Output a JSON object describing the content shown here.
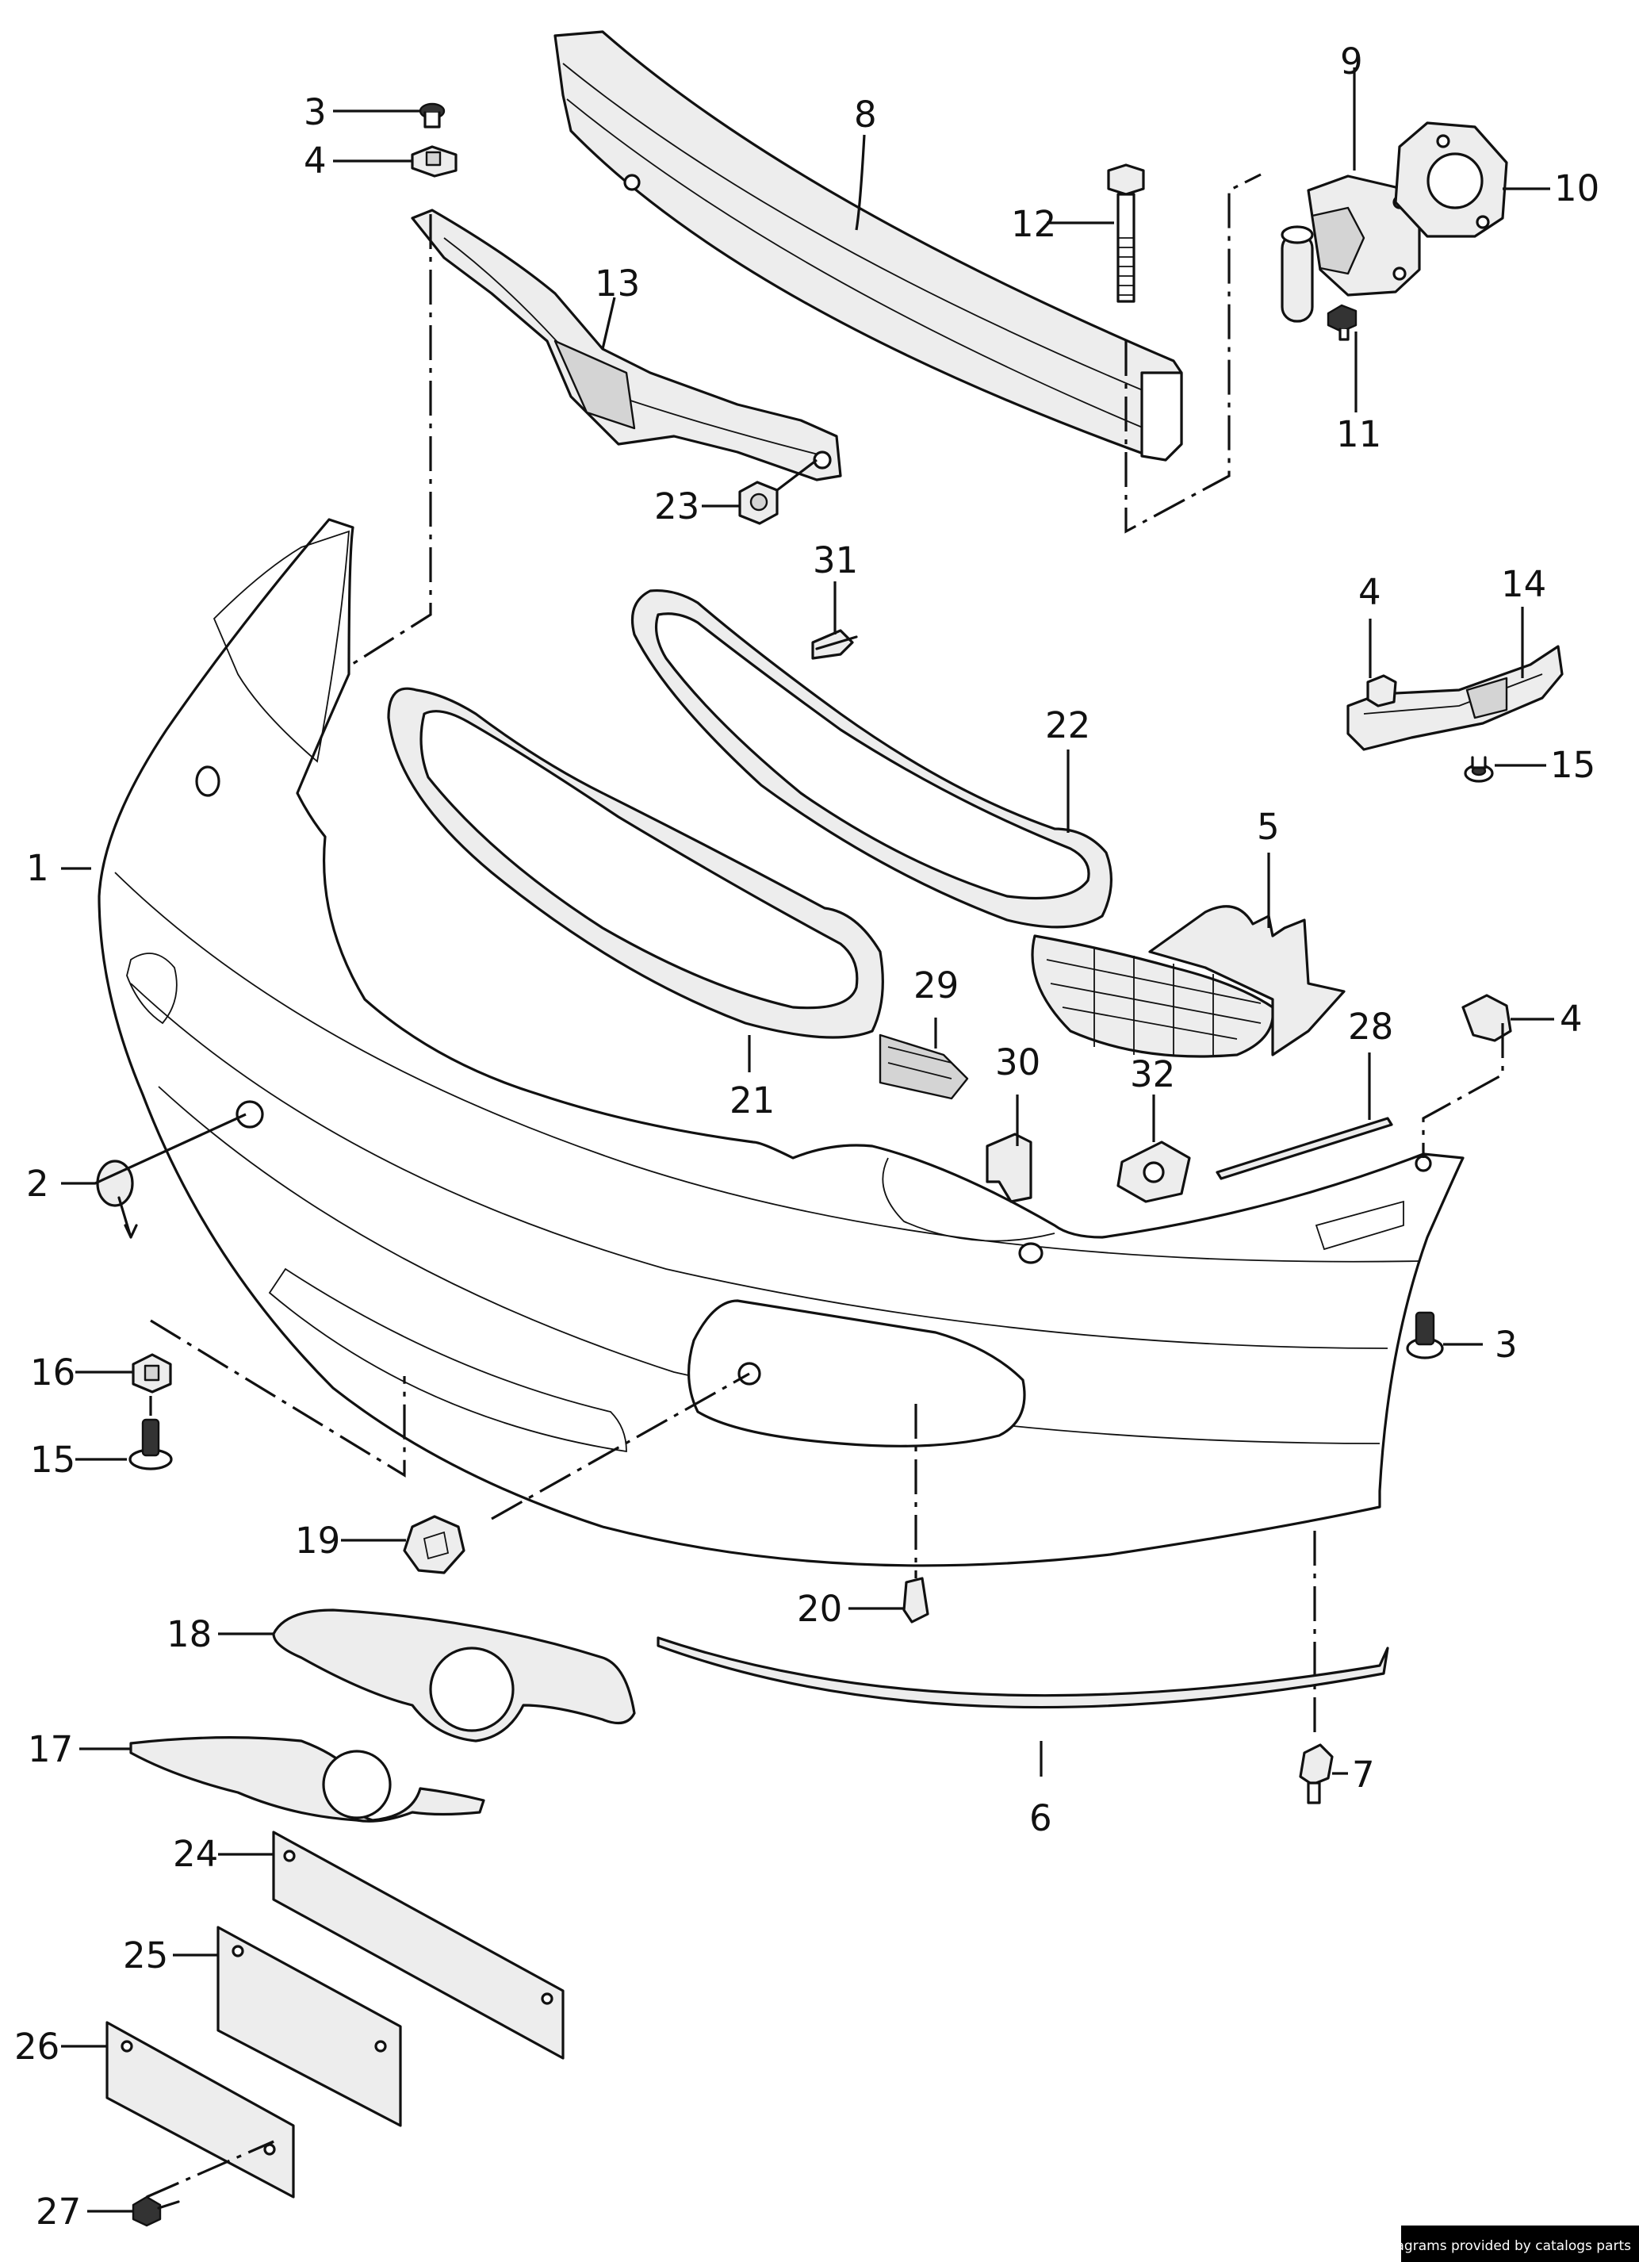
{
  "callouts": [
    {
      "id": "1",
      "label": "1"
    },
    {
      "id": "2",
      "label": "2"
    },
    {
      "id": "3a",
      "label": "3"
    },
    {
      "id": "3b",
      "label": "3"
    },
    {
      "id": "4a",
      "label": "4"
    },
    {
      "id": "4b",
      "label": "4"
    },
    {
      "id": "4c",
      "label": "4"
    },
    {
      "id": "5",
      "label": "5"
    },
    {
      "id": "6",
      "label": "6"
    },
    {
      "id": "7",
      "label": "7"
    },
    {
      "id": "8",
      "label": "8"
    },
    {
      "id": "9",
      "label": "9"
    },
    {
      "id": "10",
      "label": "10"
    },
    {
      "id": "11",
      "label": "11"
    },
    {
      "id": "12",
      "label": "12"
    },
    {
      "id": "13",
      "label": "13"
    },
    {
      "id": "14",
      "label": "14"
    },
    {
      "id": "15a",
      "label": "15"
    },
    {
      "id": "15b",
      "label": "15"
    },
    {
      "id": "16",
      "label": "16"
    },
    {
      "id": "17",
      "label": "17"
    },
    {
      "id": "18",
      "label": "18"
    },
    {
      "id": "19",
      "label": "19"
    },
    {
      "id": "20",
      "label": "20"
    },
    {
      "id": "21",
      "label": "21"
    },
    {
      "id": "22",
      "label": "22"
    },
    {
      "id": "23",
      "label": "23"
    },
    {
      "id": "24",
      "label": "24"
    },
    {
      "id": "25",
      "label": "25"
    },
    {
      "id": "26",
      "label": "26"
    },
    {
      "id": "27",
      "label": "27"
    },
    {
      "id": "28",
      "label": "28"
    },
    {
      "id": "29",
      "label": "29"
    },
    {
      "id": "30",
      "label": "30"
    },
    {
      "id": "31",
      "label": "31"
    },
    {
      "id": "32",
      "label": "32"
    }
  ],
  "credit": "Diagrams provided by catalogs parts"
}
